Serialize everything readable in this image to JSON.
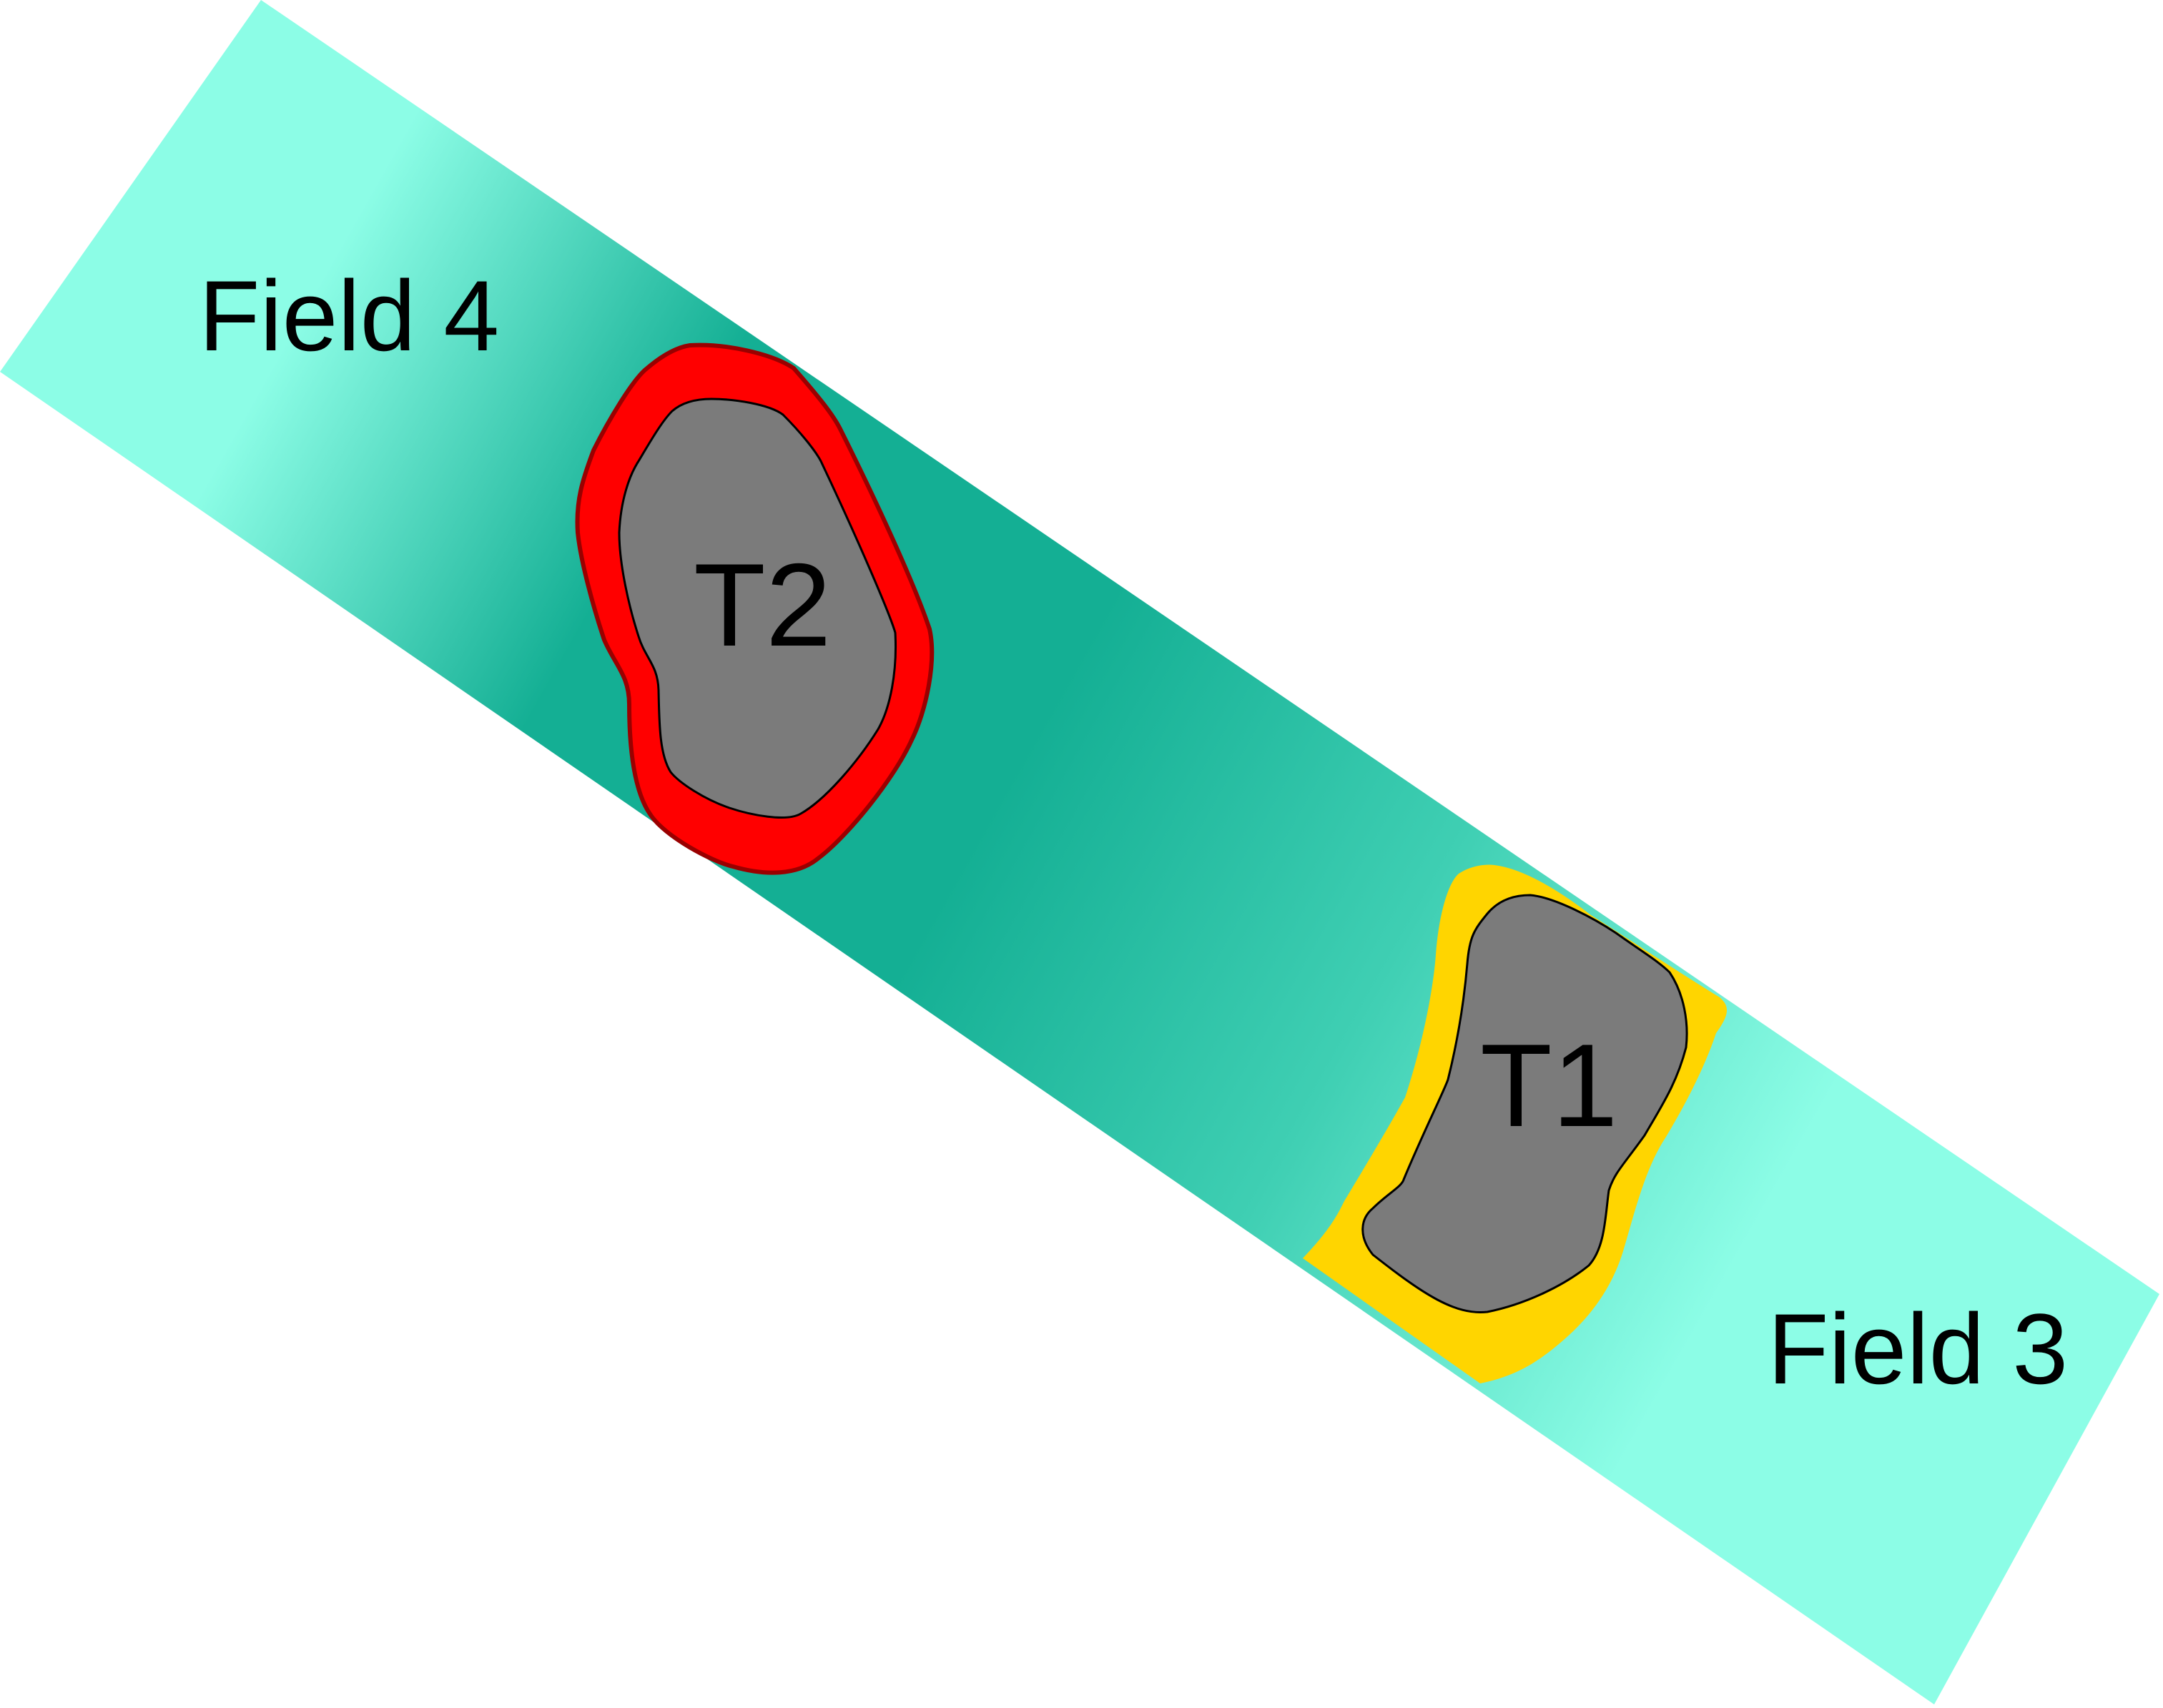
{
  "colors": {
    "band_light": "#8cfde6",
    "band_dark": "#14af94",
    "t2_margin_fill": "#ff0000",
    "t2_margin_stroke": "#9a0000",
    "t1_margin_fill": "#ffd500",
    "target_fill": "#7b7b7b",
    "target_stroke": "#000000",
    "text": "#000000",
    "background": "#ffffff"
  },
  "labels": {
    "field4": "Field 4",
    "field3": "Field 3",
    "t2": "T2",
    "t1": "T1"
  }
}
